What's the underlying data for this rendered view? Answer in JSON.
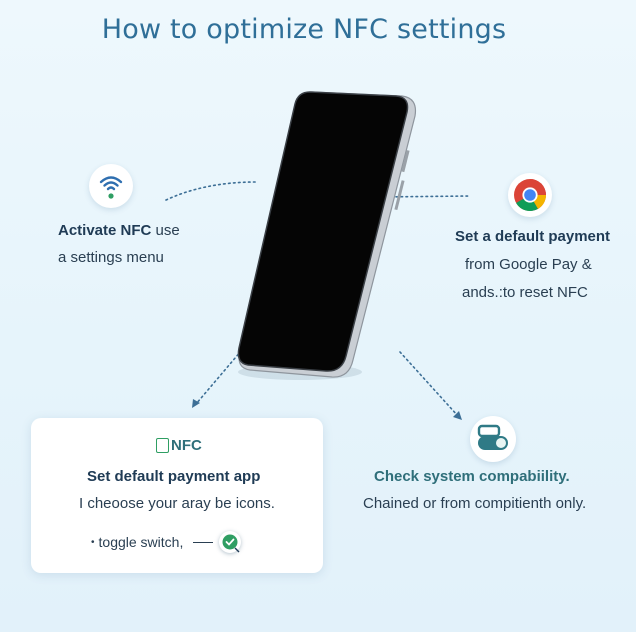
{
  "title": "How to optimize NFC settings",
  "steps": {
    "activate": {
      "heading": "Activate NFC",
      "heading_rest": " use",
      "line2": "a settings menu",
      "icon": "wifi-icon"
    },
    "default_payment": {
      "heading": "Set a default payment",
      "line2": "from Google Pay &",
      "line3": "ands.:to reset NFC",
      "icon": "chrome-icon"
    },
    "card": {
      "badge": "NFC",
      "heading": "Set default payment app",
      "line2": "I cheoose your aray be icons.",
      "toggle_prefix": "•",
      "toggle_label": "toggle switch,",
      "icon": "check-icon"
    },
    "compat": {
      "heading": "Check system compabiility.",
      "line2": "Chained or from compitienth only.",
      "icon": "toggle-icon"
    }
  },
  "colors": {
    "title": "#2f6f98",
    "accent_green": "#2f9e63",
    "dark_teal": "#2f6f7a",
    "phone": "#050505"
  }
}
